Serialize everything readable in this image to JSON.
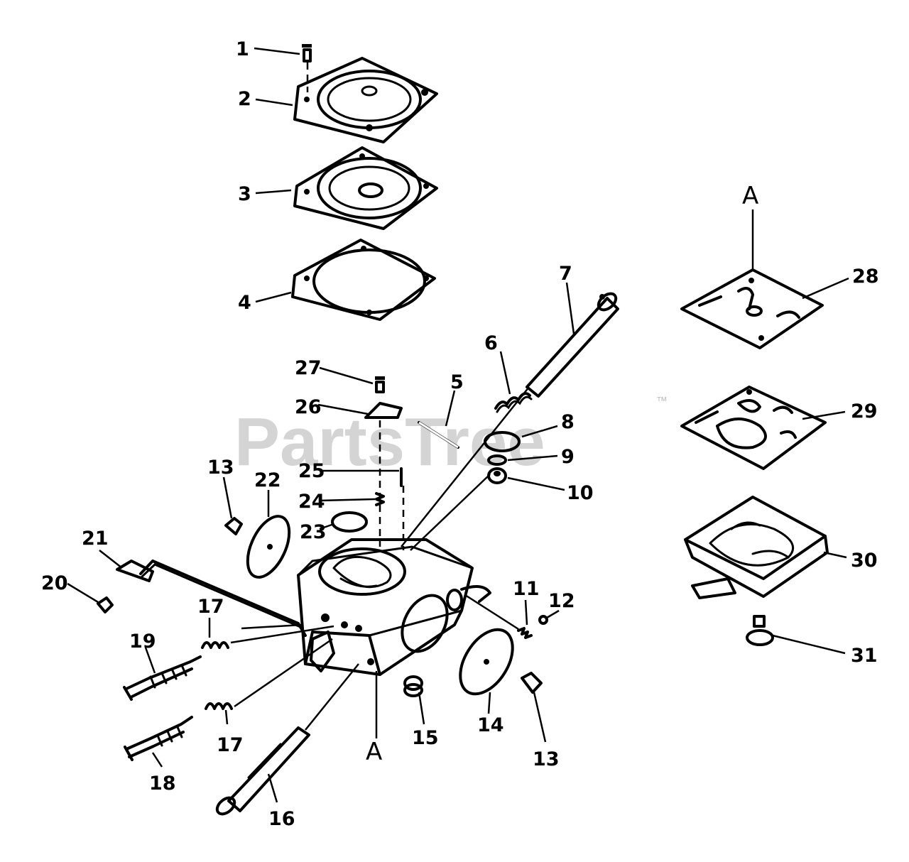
{
  "watermark": {
    "text": "PartsTree",
    "trademark": "™"
  },
  "reference_marks": [
    "A",
    "A"
  ],
  "callouts": [
    {
      "id": "c1",
      "text": "1"
    },
    {
      "id": "c2",
      "text": "2"
    },
    {
      "id": "c3",
      "text": "3"
    },
    {
      "id": "c4",
      "text": "4"
    },
    {
      "id": "c5",
      "text": "5"
    },
    {
      "id": "c6",
      "text": "6"
    },
    {
      "id": "c7",
      "text": "7"
    },
    {
      "id": "c8",
      "text": "8"
    },
    {
      "id": "c9",
      "text": "9"
    },
    {
      "id": "c10",
      "text": "10"
    },
    {
      "id": "c11",
      "text": "11"
    },
    {
      "id": "c12",
      "text": "12"
    },
    {
      "id": "c13a",
      "text": "13"
    },
    {
      "id": "c13b",
      "text": "13"
    },
    {
      "id": "c14",
      "text": "14"
    },
    {
      "id": "c15",
      "text": "15"
    },
    {
      "id": "c16",
      "text": "16"
    },
    {
      "id": "c17a",
      "text": "17"
    },
    {
      "id": "c17b",
      "text": "17"
    },
    {
      "id": "c18",
      "text": "18"
    },
    {
      "id": "c19",
      "text": "19"
    },
    {
      "id": "c20",
      "text": "20"
    },
    {
      "id": "c21",
      "text": "21"
    },
    {
      "id": "c22",
      "text": "22"
    },
    {
      "id": "c23",
      "text": "23"
    },
    {
      "id": "c24",
      "text": "24"
    },
    {
      "id": "c25",
      "text": "25"
    },
    {
      "id": "c26",
      "text": "26"
    },
    {
      "id": "c27",
      "text": "27"
    },
    {
      "id": "c28",
      "text": "28"
    },
    {
      "id": "c29",
      "text": "29"
    },
    {
      "id": "c30",
      "text": "30"
    },
    {
      "id": "c31",
      "text": "31"
    }
  ]
}
